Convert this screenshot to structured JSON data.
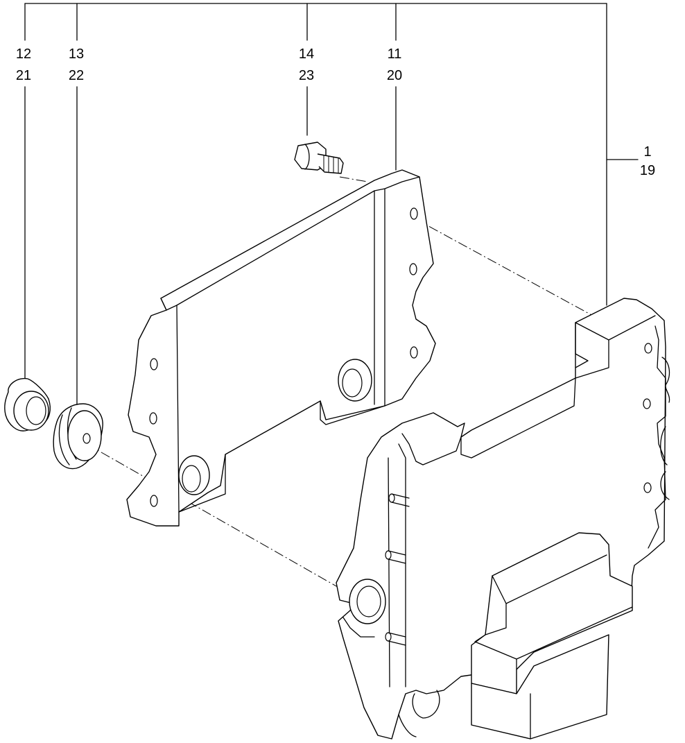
{
  "callouts": {
    "c12": "12",
    "c21": "21",
    "c13": "13",
    "c22": "22",
    "c14": "14",
    "c23": "23",
    "c11": "11",
    "c20": "20",
    "c1": "1",
    "c19": "19"
  }
}
